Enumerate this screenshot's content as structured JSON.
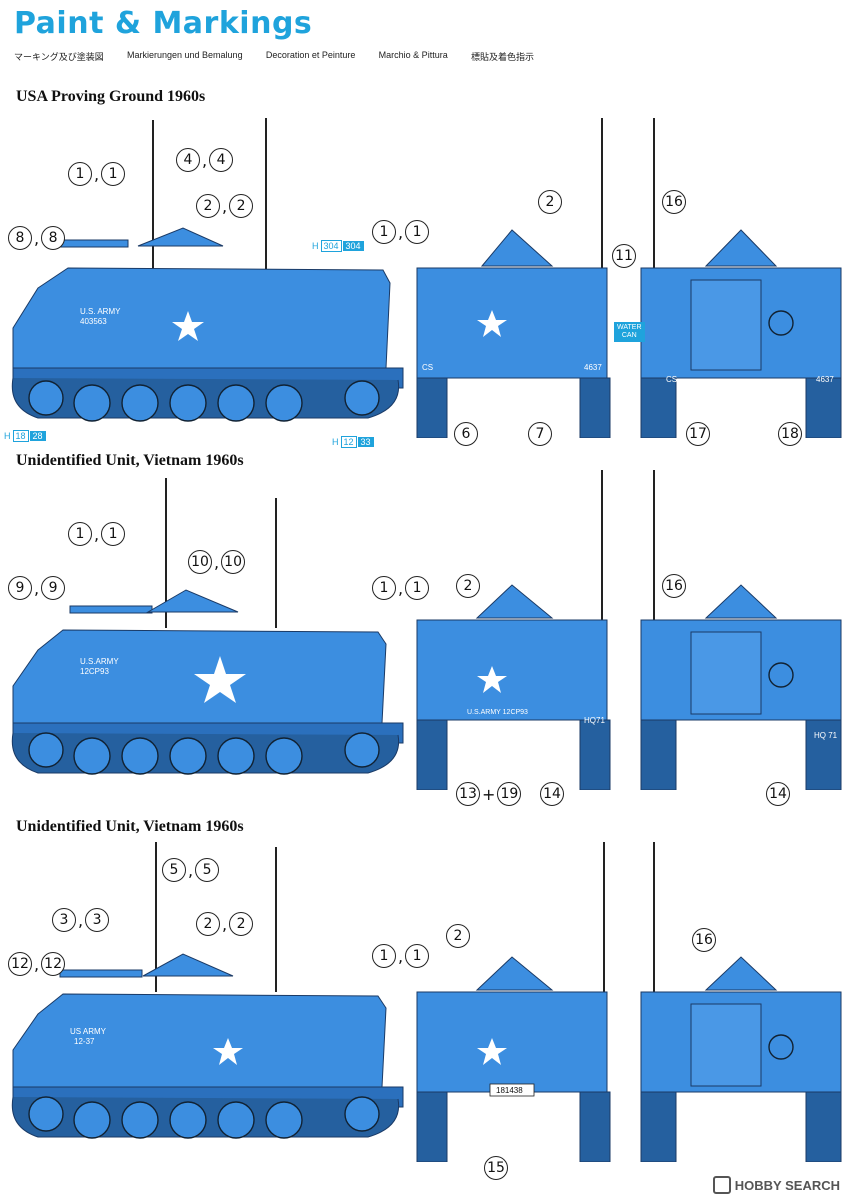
{
  "header": {
    "title": "Paint & Markings",
    "subtitles": [
      "マーキング及び塗装図",
      "Markierungen und Bemalung",
      "Decoration et Peinture",
      "Marchio & Pittura",
      "標貼及着色指示"
    ]
  },
  "colors": {
    "vehicle_blue": "#3c8ee0",
    "accent": "#1fa3dc",
    "ink": "#111111"
  },
  "sections": [
    {
      "title": "USA Proving Ground 1960s",
      "side_text": [
        "U.S. ARMY",
        "403563"
      ],
      "front_text": "CS",
      "front_number": "4637",
      "rear_text": [
        "WATER",
        "CAN"
      ],
      "rear_number": "4637",
      "rear_code": "CS",
      "color_tags": [
        {
          "h": "H",
          "v": "304",
          "f": "304"
        },
        {
          "h": "H",
          "v": "18",
          "f": "28"
        },
        {
          "h": "H",
          "v": "12",
          "f": "33"
        }
      ],
      "callouts": {
        "c1a": [
          "1",
          "1"
        ],
        "c4": [
          "4",
          "4"
        ],
        "c2": [
          "2",
          "2"
        ],
        "c8": [
          "8",
          "8"
        ],
        "c1b": [
          "1",
          "1"
        ],
        "f2": [
          "2"
        ],
        "f6": [
          "6"
        ],
        "f7": [
          "7"
        ],
        "r11": [
          "11"
        ],
        "r16": [
          "16"
        ],
        "r17": [
          "17"
        ],
        "r18": [
          "18"
        ]
      }
    },
    {
      "title": "Unidentified Unit, Vietnam 1960s",
      "side_text": [
        "U.S.ARMY",
        "12CP93"
      ],
      "front_text": "U.S.ARMY 12CP93",
      "front_number": "HQ71",
      "rear_number": "HQ 71",
      "callouts": {
        "c1a": [
          "1",
          "1"
        ],
        "c10": [
          "10",
          "10"
        ],
        "c9": [
          "9",
          "9"
        ],
        "c1b": [
          "1",
          "1"
        ],
        "f2": [
          "2"
        ],
        "f13": [
          "13",
          "19"
        ],
        "f14": [
          "14"
        ],
        "r16": [
          "16"
        ],
        "r14": [
          "14"
        ]
      }
    },
    {
      "title": "Unidentified Unit, Vietnam 1960s",
      "side_text": [
        "US ARMY",
        "12-37"
      ],
      "front_number": "181438",
      "callouts": {
        "c5": [
          "5",
          "5"
        ],
        "c3": [
          "3",
          "3"
        ],
        "c2": [
          "2",
          "2"
        ],
        "c12": [
          "12",
          "12"
        ],
        "c1b": [
          "1",
          "1"
        ],
        "f2": [
          "2"
        ],
        "f15": [
          "15"
        ],
        "r16": [
          "16"
        ]
      }
    }
  ],
  "watermark": {
    "text": "HOBBY SEARCH"
  }
}
